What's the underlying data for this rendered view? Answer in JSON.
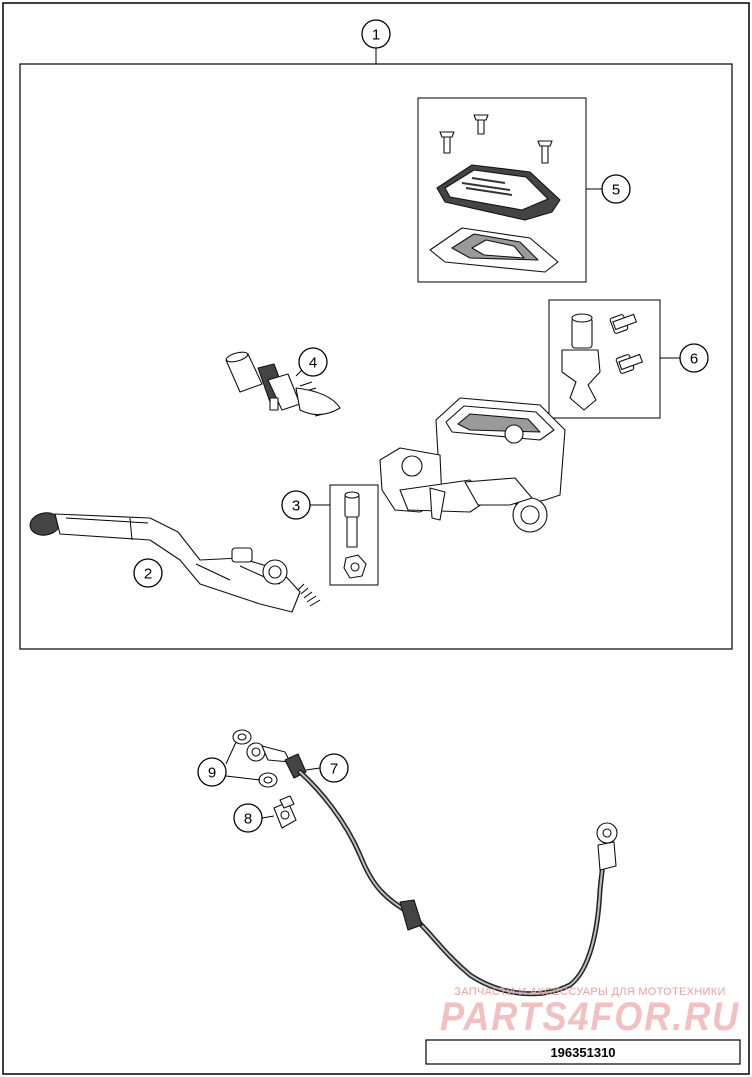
{
  "callouts": [
    {
      "label": "1"
    },
    {
      "label": "2"
    },
    {
      "label": "3"
    },
    {
      "label": "4"
    },
    {
      "label": "5"
    },
    {
      "label": "6"
    },
    {
      "label": "7"
    },
    {
      "label": "8"
    },
    {
      "label": "9"
    }
  ],
  "watermark": {
    "line1": "ЗАПЧАСТИ И АКСЕССУАРЫ ДЛЯ МОТОТЕХНИКИ",
    "line2": "PARTS4FOR.RU"
  },
  "reference": {
    "code": "196351310"
  }
}
